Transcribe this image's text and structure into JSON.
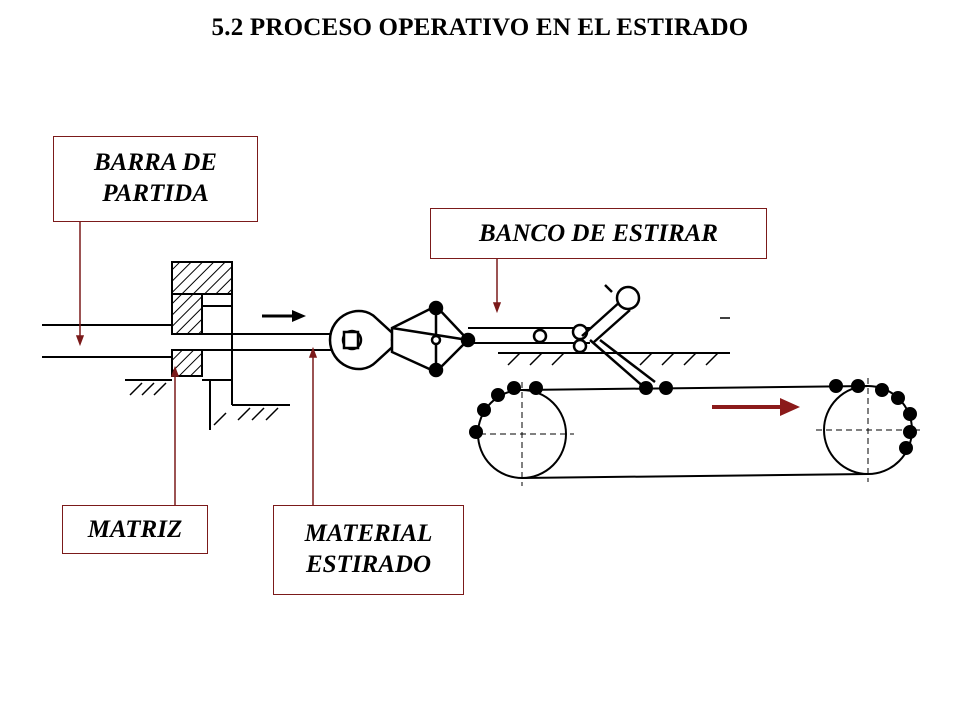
{
  "title": "5.2  PROCESO OPERATIVO EN EL ESTIRADO",
  "labels": {
    "barra": [
      "BARRA DE",
      "PARTIDA"
    ],
    "banco": [
      "BANCO DE ESTIRAR"
    ],
    "matriz": [
      "MATRIZ"
    ],
    "material": [
      "MATERIAL",
      "ESTIRADO"
    ]
  },
  "colors": {
    "leader": "#7b1a1a",
    "arrow": "#8b1a1a",
    "ink": "#000000"
  }
}
